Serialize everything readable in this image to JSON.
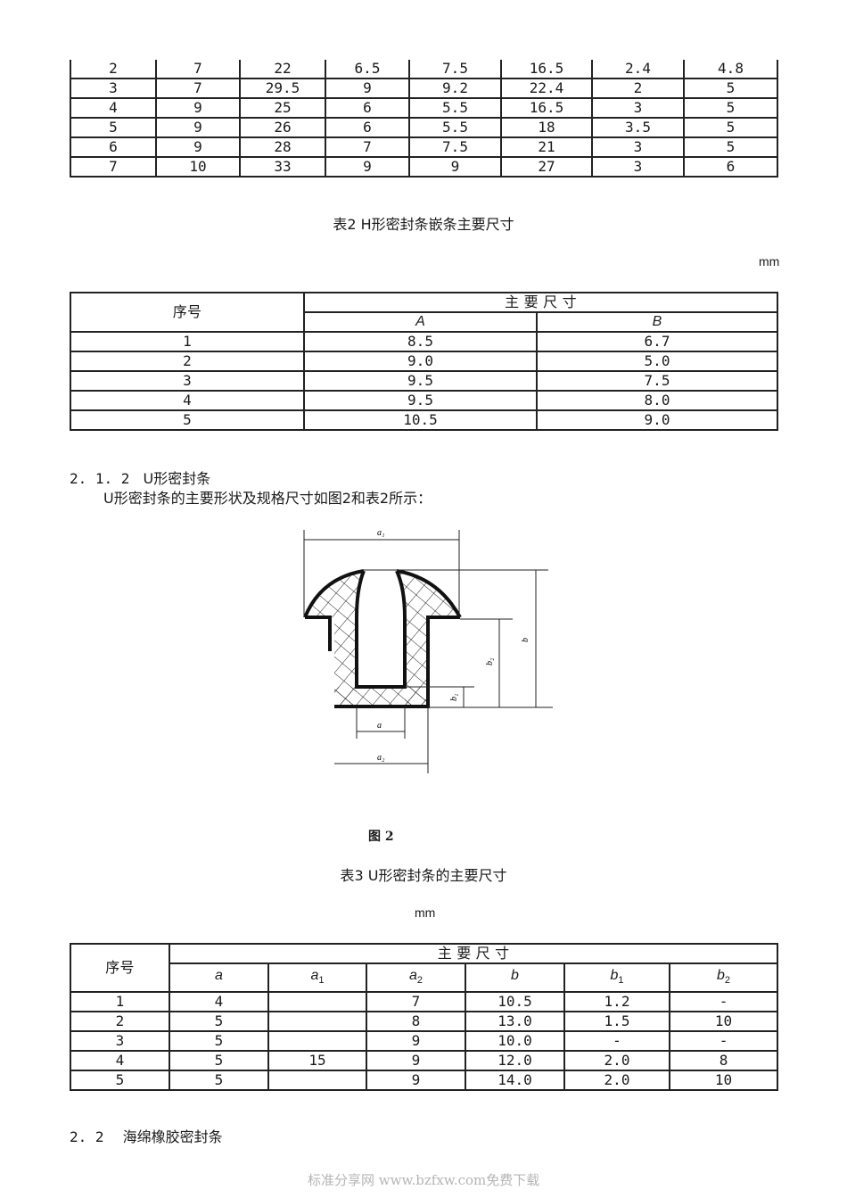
{
  "table1_partial": {
    "rows": [
      [
        "2",
        "7",
        "22",
        "6.5",
        "7.5",
        "16.5",
        "2.4",
        "4.8"
      ],
      [
        "3",
        "7",
        "29.5",
        "9",
        "9.2",
        "22.4",
        "2",
        "5"
      ],
      [
        "4",
        "9",
        "25",
        "6",
        "5.5",
        "16.5",
        "3",
        "5"
      ],
      [
        "5",
        "9",
        "26",
        "6",
        "5.5",
        "18",
        "3.5",
        "5"
      ],
      [
        "6",
        "9",
        "28",
        "7",
        "7.5",
        "21",
        "3",
        "5"
      ],
      [
        "7",
        "10",
        "33",
        "9",
        "9",
        "27",
        "3",
        "6"
      ]
    ]
  },
  "table2": {
    "caption": "表2 H形密封条嵌条主要尺寸",
    "unit": "mm",
    "header_index": "序号",
    "header_group": "主 要 尺 寸",
    "columns": [
      "A",
      "B"
    ],
    "rows": [
      [
        "1",
        "8.5",
        "6.7"
      ],
      [
        "2",
        "9.0",
        "5.0"
      ],
      [
        "3",
        "9.5",
        "7.5"
      ],
      [
        "4",
        "9.5",
        "8.0"
      ],
      [
        "5",
        "10.5",
        "9.0"
      ]
    ]
  },
  "section_2_1_2": {
    "heading_number": "2. 1. 2",
    "heading_title": "U形密封条",
    "body": "U形密封条的主要形状及规格尺寸如图2和表2所示："
  },
  "figure2": {
    "caption": "图 2",
    "labels": {
      "a1": "a₁",
      "a": "a",
      "a2": "a₂",
      "b": "b",
      "b1": "b₁",
      "b2": "b₂"
    }
  },
  "table3": {
    "caption": "表3 U形密封条的主要尺寸",
    "unit": "mm",
    "header_index": "序号",
    "header_group": "主 要 尺 寸",
    "columns": [
      {
        "base": "a",
        "sub": ""
      },
      {
        "base": "a",
        "sub": "1"
      },
      {
        "base": "a",
        "sub": "2"
      },
      {
        "base": "b",
        "sub": ""
      },
      {
        "base": "b",
        "sub": "1"
      },
      {
        "base": "b",
        "sub": "2"
      }
    ],
    "rows": [
      [
        "1",
        "4",
        "",
        "7",
        "10.5",
        "1.2",
        "-"
      ],
      [
        "2",
        "5",
        "",
        "8",
        "13.0",
        "1.5",
        "10"
      ],
      [
        "3",
        "5",
        "",
        "9",
        "10.0",
        "-",
        "-"
      ],
      [
        "4",
        "5",
        "15",
        "9",
        "12.0",
        "2.0",
        "8"
      ],
      [
        "5",
        "5",
        "",
        "9",
        "14.0",
        "2.0",
        "10"
      ]
    ]
  },
  "section_2_2": {
    "heading_number": "2. 2",
    "heading_title": "海绵橡胶密封条"
  },
  "watermark": "标准分享网 www.bzfxw.com免费下载"
}
